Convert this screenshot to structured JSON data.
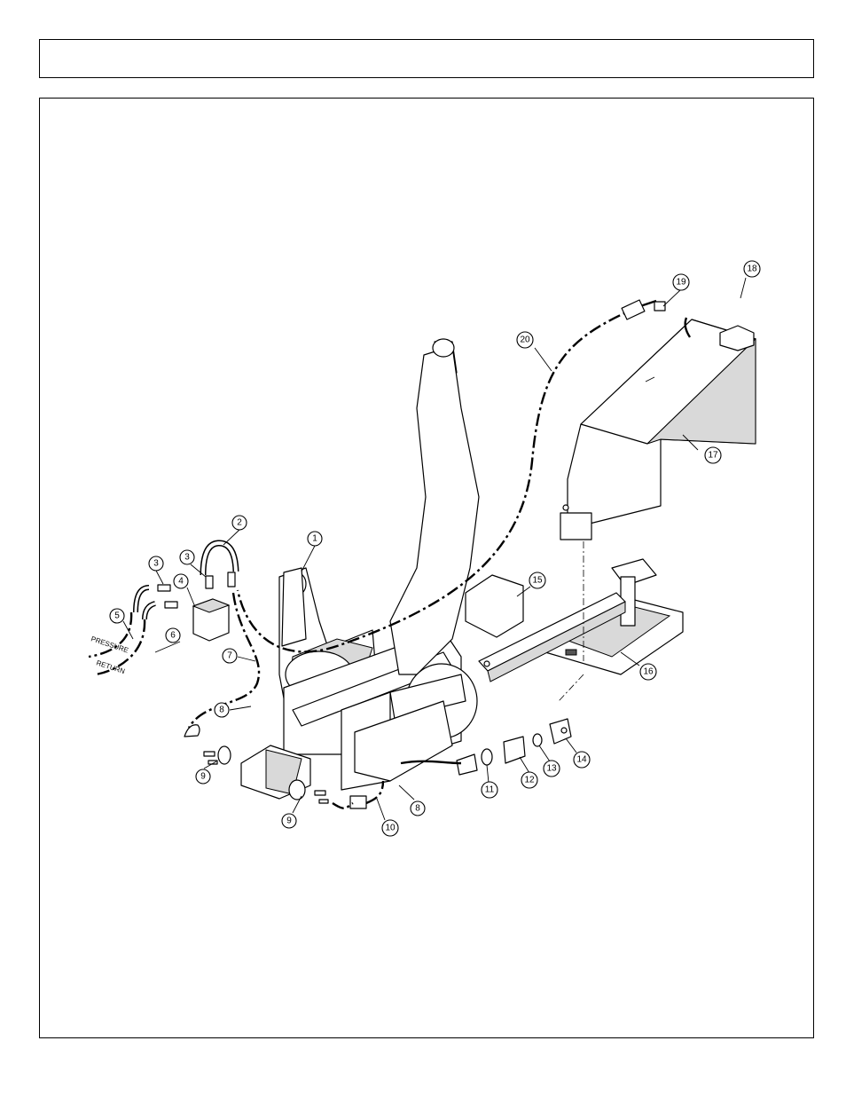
{
  "header": {
    "title": ""
  },
  "diagram": {
    "callouts": [
      {
        "id": "c1",
        "label": "1"
      },
      {
        "id": "c2",
        "label": "2"
      },
      {
        "id": "c3a",
        "label": "3"
      },
      {
        "id": "c3b",
        "label": "3"
      },
      {
        "id": "c4",
        "label": "4"
      },
      {
        "id": "c5",
        "label": "5"
      },
      {
        "id": "c6",
        "label": "6"
      },
      {
        "id": "c7",
        "label": "7"
      },
      {
        "id": "c8a",
        "label": "8"
      },
      {
        "id": "c8b",
        "label": "8"
      },
      {
        "id": "c9a",
        "label": "9"
      },
      {
        "id": "c9b",
        "label": "9"
      },
      {
        "id": "c10",
        "label": "10"
      },
      {
        "id": "c11",
        "label": "11"
      },
      {
        "id": "c12",
        "label": "12"
      },
      {
        "id": "c13",
        "label": "13"
      },
      {
        "id": "c14",
        "label": "14"
      },
      {
        "id": "c15",
        "label": "15"
      },
      {
        "id": "c16",
        "label": "16"
      },
      {
        "id": "c17",
        "label": "17"
      },
      {
        "id": "c18",
        "label": "18"
      },
      {
        "id": "c19",
        "label": "19"
      },
      {
        "id": "c20",
        "label": "20"
      }
    ],
    "line_labels": {
      "pressure": "PRESSURE",
      "return": "RETURN"
    }
  }
}
